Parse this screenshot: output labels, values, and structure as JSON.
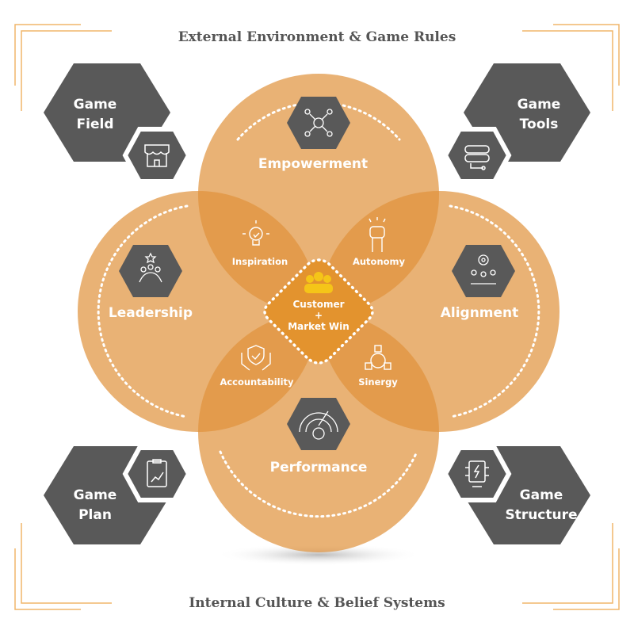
{
  "header": {
    "title": "External Environment & Game Rules"
  },
  "footer": {
    "title": "Internal Culture & Belief Systems"
  },
  "circles": {
    "top": "Empowerment",
    "left": "Leadership",
    "right": "Alignment",
    "bottom": "Performance"
  },
  "overlaps": {
    "top_left": "Inspiration",
    "top_right": "Autonomy",
    "bottom_left": "Accountability",
    "bottom_right": "Sinergy"
  },
  "center": {
    "line1": "Customer",
    "line2": "+",
    "line3": "Market Win"
  },
  "corners": {
    "top_left": {
      "line1": "Game",
      "line2": "Field"
    },
    "top_right": {
      "line1": "Game",
      "line2": "Tools"
    },
    "bottom_left": {
      "line1": "Game",
      "line2": "Plan"
    },
    "bottom_right": {
      "line1": "Game",
      "line2": "Structure"
    }
  },
  "colors": {
    "circle": "#E0923A",
    "hex": "#595959",
    "accent_line": "#F0B56A",
    "people": "#F5C518"
  }
}
